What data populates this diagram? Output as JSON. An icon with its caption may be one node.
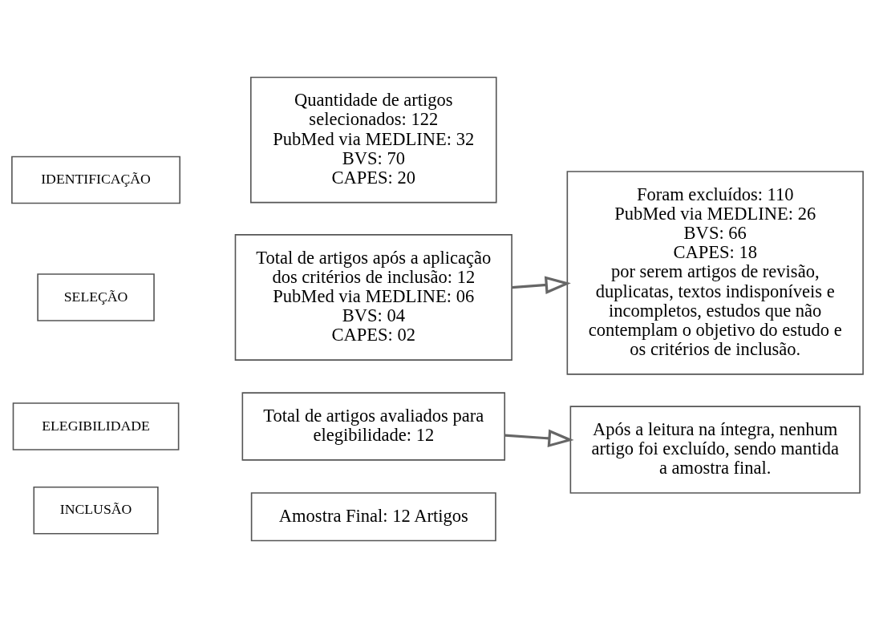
{
  "diagram": {
    "nodes": [
      {
        "text": [
          "IDENTIFICAÇÃO"
        ]
      },
      {
        "text": [
          "SELEÇÃO"
        ]
      },
      {
        "text": [
          "ELEGIBILIDADE"
        ]
      },
      {
        "text": [
          "INCLUSÃO"
        ]
      },
      {
        "text": [
          "Quantidade de artigos selecionados: 122",
          "PubMed via MEDLINE: 32",
          "BVS: 70",
          "CAPES: 20"
        ]
      },
      {
        "text": [
          "Total de artigos após a aplicação dos critérios de inclusão: 12",
          "PubMed via MEDLINE: 06",
          "BVS: 04",
          "CAPES: 02"
        ]
      },
      {
        "text": [
          "Foram excluídos: 110",
          "PubMed via MEDLINE: 26",
          "BVS: 66",
          "CAPES: 18",
          "por serem artigos de revisão, duplicatas, textos indisponíveis e incompletos, estudos que não contemplam o objetivo do estudo e os critérios de inclusão."
        ]
      },
      {
        "text": [
          "Total de artigos avaliados para elegibilidade: 12"
        ]
      },
      {
        "text": [
          "Após a leitura na íntegra, nenhum artigo foi excluído, sendo mantida a amostra final."
        ]
      },
      {
        "text": [
          "Amostra Final: 12 Artigos"
        ]
      }
    ],
    "edges": [
      {
        "from": 5,
        "to": 6,
        "arrow": "to"
      },
      {
        "from": 7,
        "to": 8,
        "arrow": "to"
      }
    ]
  }
}
